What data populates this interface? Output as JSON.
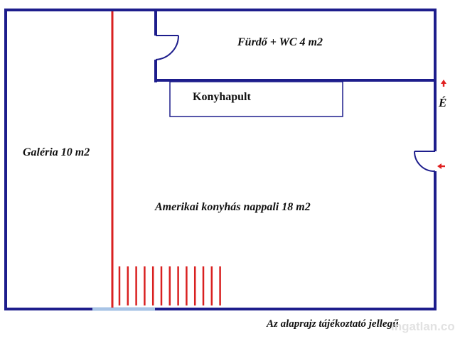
{
  "rooms": {
    "bathroom": "Fürdő + WC 4 m2",
    "counter": "Konyhapult",
    "gallery": "Galéria 10 m2",
    "living": "Amerikai konyhás nappali 18 m2"
  },
  "compass": {
    "north": "É"
  },
  "disclaimer": "Az alaprajz tájékoztató jellegű",
  "watermark": "ingatlan.com",
  "colors": {
    "wall": "#1d1d8c",
    "gallery_edge": "#d92020",
    "stairs": "#d92020",
    "window": "#a8c4e6",
    "arrow": "#e02020"
  },
  "icons": {
    "entrance_arrow": "left-arrow-icon",
    "north_arrow": "up-arrow-icon"
  }
}
